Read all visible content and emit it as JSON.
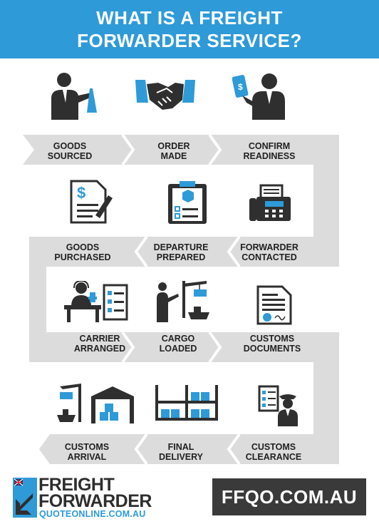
{
  "header": {
    "title_line1": "WHAT IS A FREIGHT",
    "title_line2": "FORWARDER SERVICE?"
  },
  "steps": [
    {
      "line1": "GOODS",
      "line2": "SOURCED",
      "icon": "businessman-pointing-icon"
    },
    {
      "line1": "ORDER",
      "line2": "MADE",
      "icon": "handshake-icon"
    },
    {
      "line1": "CONFIRM",
      "line2": "READINESS",
      "icon": "businessman-phone-icon"
    },
    {
      "line1": "GOODS",
      "line2": "PURCHASED",
      "icon": "invoice-pen-icon"
    },
    {
      "line1": "DEPARTURE",
      "line2": "PREPARED",
      "icon": "clipboard-checklist-icon"
    },
    {
      "line1": "FORWARDER",
      "line2": "CONTACTED",
      "icon": "fax-machine-icon"
    },
    {
      "line1": "CARRIER",
      "line2": "ARRANGED",
      "icon": "operator-desk-icon"
    },
    {
      "line1": "CARGO",
      "line2": "LOADED",
      "icon": "crane-ship-icon"
    },
    {
      "line1": "CUSTOMS",
      "line2": "DOCUMENTS",
      "icon": "certificate-document-icon"
    },
    {
      "line1": "CUSTOMS",
      "line2": "ARRIVAL",
      "icon": "port-warehouse-icon"
    },
    {
      "line1": "FINAL",
      "line2": "DELIVERY",
      "icon": "warehouse-shelves-icon"
    },
    {
      "line1": "CUSTOMS",
      "line2": "CLEARANCE",
      "icon": "customs-officer-icon"
    }
  ],
  "footer": {
    "brand_line1": "FREIGHT",
    "brand_line2": "FORWARDER",
    "brand_sub": "QUOTEONLINE.COM.AU",
    "site": "FFQO.COM.AU"
  },
  "colors": {
    "accent": "#2e9ad8",
    "dark": "#2f2f2f",
    "path": "#dcdcdc"
  }
}
